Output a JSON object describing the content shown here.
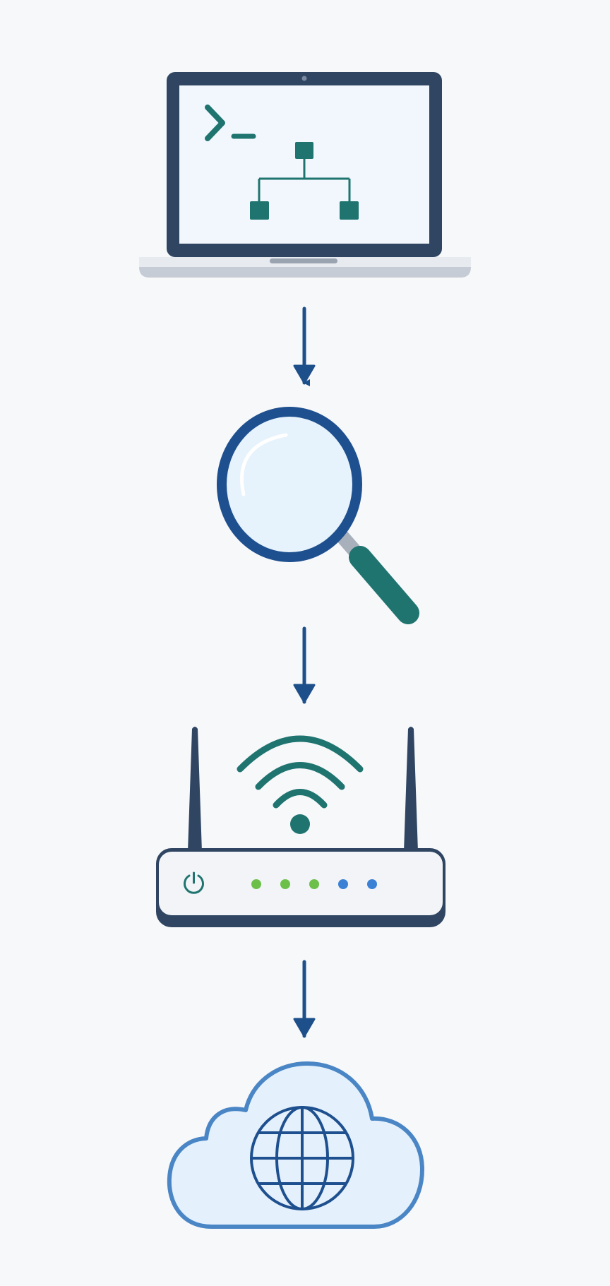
{
  "diagram": {
    "type": "vertical-flow",
    "nodes": [
      {
        "id": "laptop",
        "icon": "laptop-terminal-hierarchy-icon"
      },
      {
        "id": "inspect",
        "icon": "magnifying-glass-icon"
      },
      {
        "id": "router",
        "icon": "wifi-router-icon"
      },
      {
        "id": "internet",
        "icon": "cloud-globe-icon"
      }
    ],
    "edges": [
      {
        "from": "laptop",
        "to": "inspect",
        "direction": "down"
      },
      {
        "from": "inspect",
        "to": "router",
        "direction": "down"
      },
      {
        "from": "router",
        "to": "internet",
        "direction": "down"
      }
    ],
    "router_leds": [
      "green",
      "green",
      "green",
      "blue",
      "blue"
    ]
  },
  "colors": {
    "background": "#f7f8fa",
    "navy": "#2f4562",
    "arrow_blue": "#1d4f8a",
    "teal": "#1f7470",
    "screen_fill": "#f1f7fc",
    "lens_fill": "#e6f2fc",
    "cloud_stroke": "#4a86c5",
    "cloud_fill": "#e4f1fc",
    "led_green": "#6cc04a",
    "led_blue": "#3b82d6"
  }
}
